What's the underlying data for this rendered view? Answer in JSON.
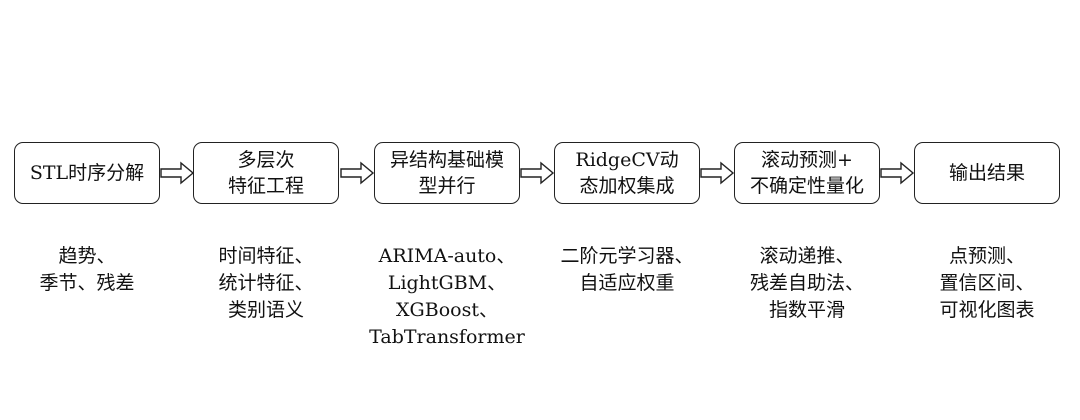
{
  "steps": [
    {
      "label": "STL时序分解",
      "details": [
        "趋势、",
        "季节、残差"
      ]
    },
    {
      "label": "多层次\n特征工程",
      "details": [
        "时间特征、",
        "统计特征、",
        "类别语义"
      ]
    },
    {
      "label": "异结构基础模\n型并行",
      "details": [
        "ARIMA-auto、",
        "LightGBM、",
        "XGBoost、",
        "TabTransformer"
      ]
    },
    {
      "label": "RidgeCV动\n态加权集成",
      "details": [
        "二阶元学习器、",
        "自适应权重"
      ]
    },
    {
      "label": "滚动预测+\n不确定性量化",
      "details": [
        "滚动递推、",
        "残差自助法、",
        "指数平滑"
      ]
    },
    {
      "label": "输出结果",
      "details": [
        "点预测、",
        "置信区间、",
        "可视化图表"
      ]
    }
  ]
}
